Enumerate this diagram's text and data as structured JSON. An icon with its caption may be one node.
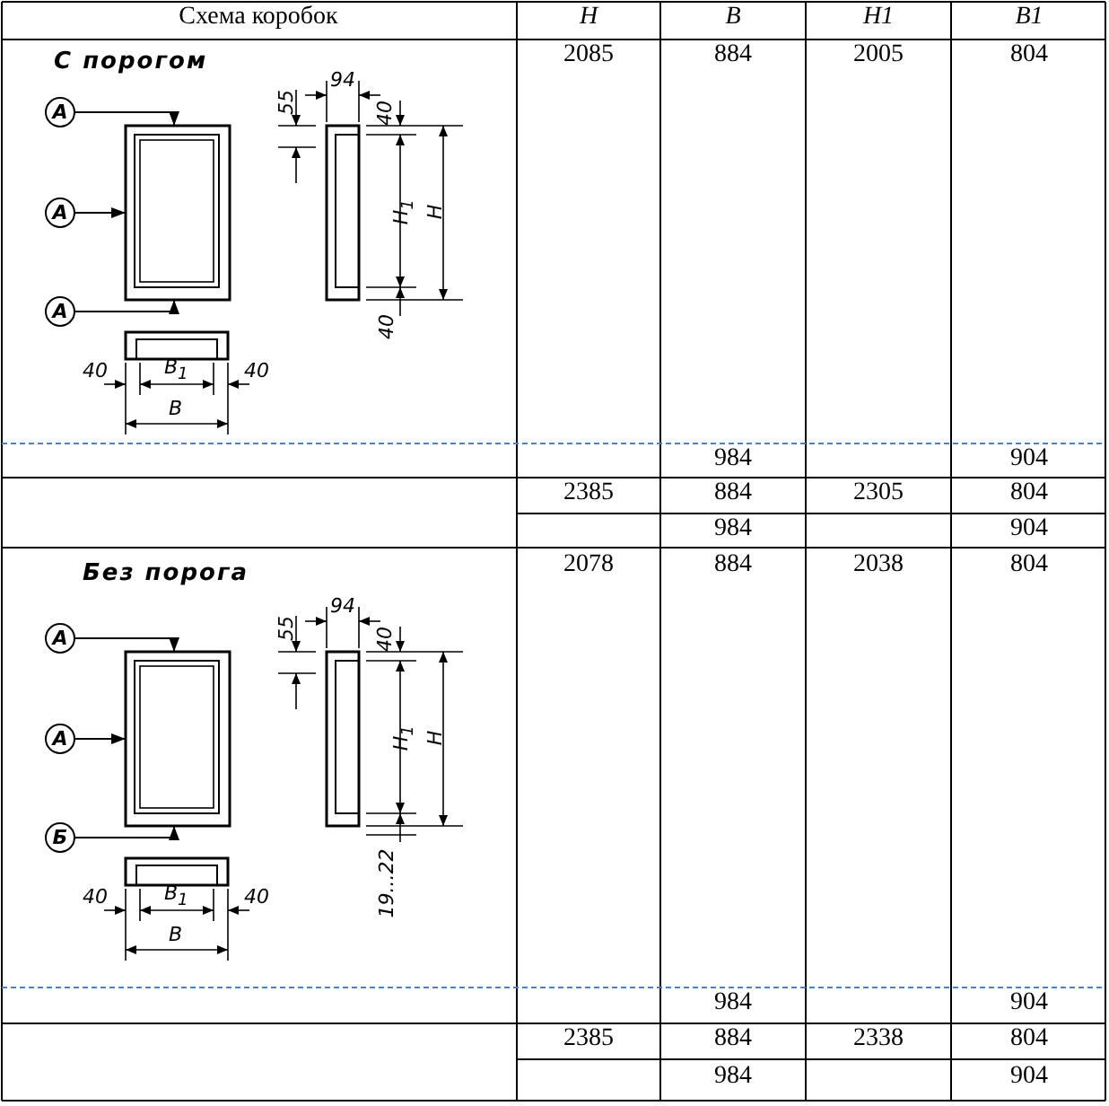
{
  "diagram": {
    "nodes": [
      {
        "text": [
          "А"
        ]
      },
      {
        "text": [
          "А"
        ]
      },
      {
        "text": [
          "А"
        ]
      },
      {
        "text": [],
        "shape": "box"
      },
      {
        "text": [
          "А"
        ]
      },
      {
        "text": [
          "А"
        ]
      },
      {
        "text": [
          "Б"
        ]
      },
      {
        "text": [],
        "shape": "box"
      }
    ],
    "edges": [
      {
        "from": 0,
        "to": 3,
        "arrow": "to"
      },
      {
        "from": 1,
        "to": 3,
        "arrow": "to"
      },
      {
        "from": 2,
        "to": 3,
        "arrow": "to"
      },
      {
        "from": 4,
        "to": 7,
        "arrow": "to"
      },
      {
        "from": 5,
        "to": 7,
        "arrow": "to"
      },
      {
        "from": 6,
        "to": 7,
        "arrow": "to"
      }
    ],
    "labels": [
      "Схема коробок",
      "H",
      "B",
      "H1",
      "B1",
      "С порогом",
      "2085",
      "884",
      "2005",
      "804",
      "55",
      "94",
      "40",
      "H$_{1}$",
      "H",
      "40",
      "40",
      "B$_{1}$",
      "40",
      "B",
      "984",
      "904",
      "2385",
      "884",
      "2305",
      "804",
      "984",
      "904",
      "Без порога",
      "2078",
      "884",
      "2038",
      "804",
      "55",
      "94",
      "40",
      "H$_{1}$",
      "H",
      "19...22",
      "40",
      "B$_{1}$",
      "40",
      "B",
      "984",
      "904",
      "2385",
      "884",
      "2338",
      "804",
      "984",
      "904"
    ]
  }
}
